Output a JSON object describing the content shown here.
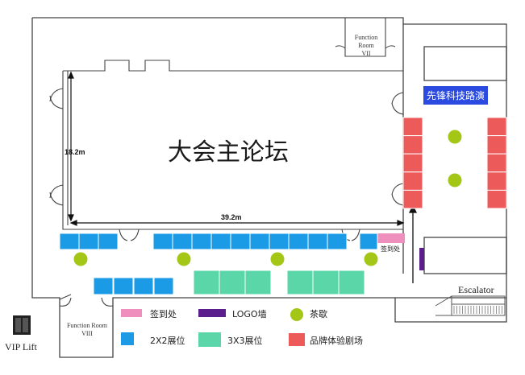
{
  "map": {
    "main_title": "大会主论坛",
    "dim_height": "18.2m",
    "dim_width": "39.2m",
    "function_room_7": [
      "Function Room",
      "VII"
    ],
    "function_room_8": [
      "Function Room",
      "VIII"
    ],
    "escalator_label": "Escalator",
    "vip_lift_label": "VIP Lift",
    "banner_label": "先锋科技路演",
    "sign_in_label": "签到处"
  },
  "legend": {
    "items": [
      {
        "label": "签到处",
        "color": "#ee8fbd"
      },
      {
        "label": "LOGO墙",
        "color": "#5a1f8c"
      },
      {
        "label": "茶歇",
        "color": "#a3c617"
      },
      {
        "label": "2X2展位",
        "color": "#1b9be6"
      },
      {
        "label": "3X3展位",
        "color": "#5ad6a8"
      },
      {
        "label": "品牌体验剧场",
        "color": "#ec5a5a"
      }
    ]
  },
  "colors": {
    "booth_2x2": "#1b9be6",
    "booth_3x3": "#5ad6a8",
    "theater": "#ec5a5a",
    "tea": "#a3c617",
    "logo_wall": "#5a1f8c",
    "sign_in": "#ee8fbd",
    "banner": "#2b4be0"
  }
}
